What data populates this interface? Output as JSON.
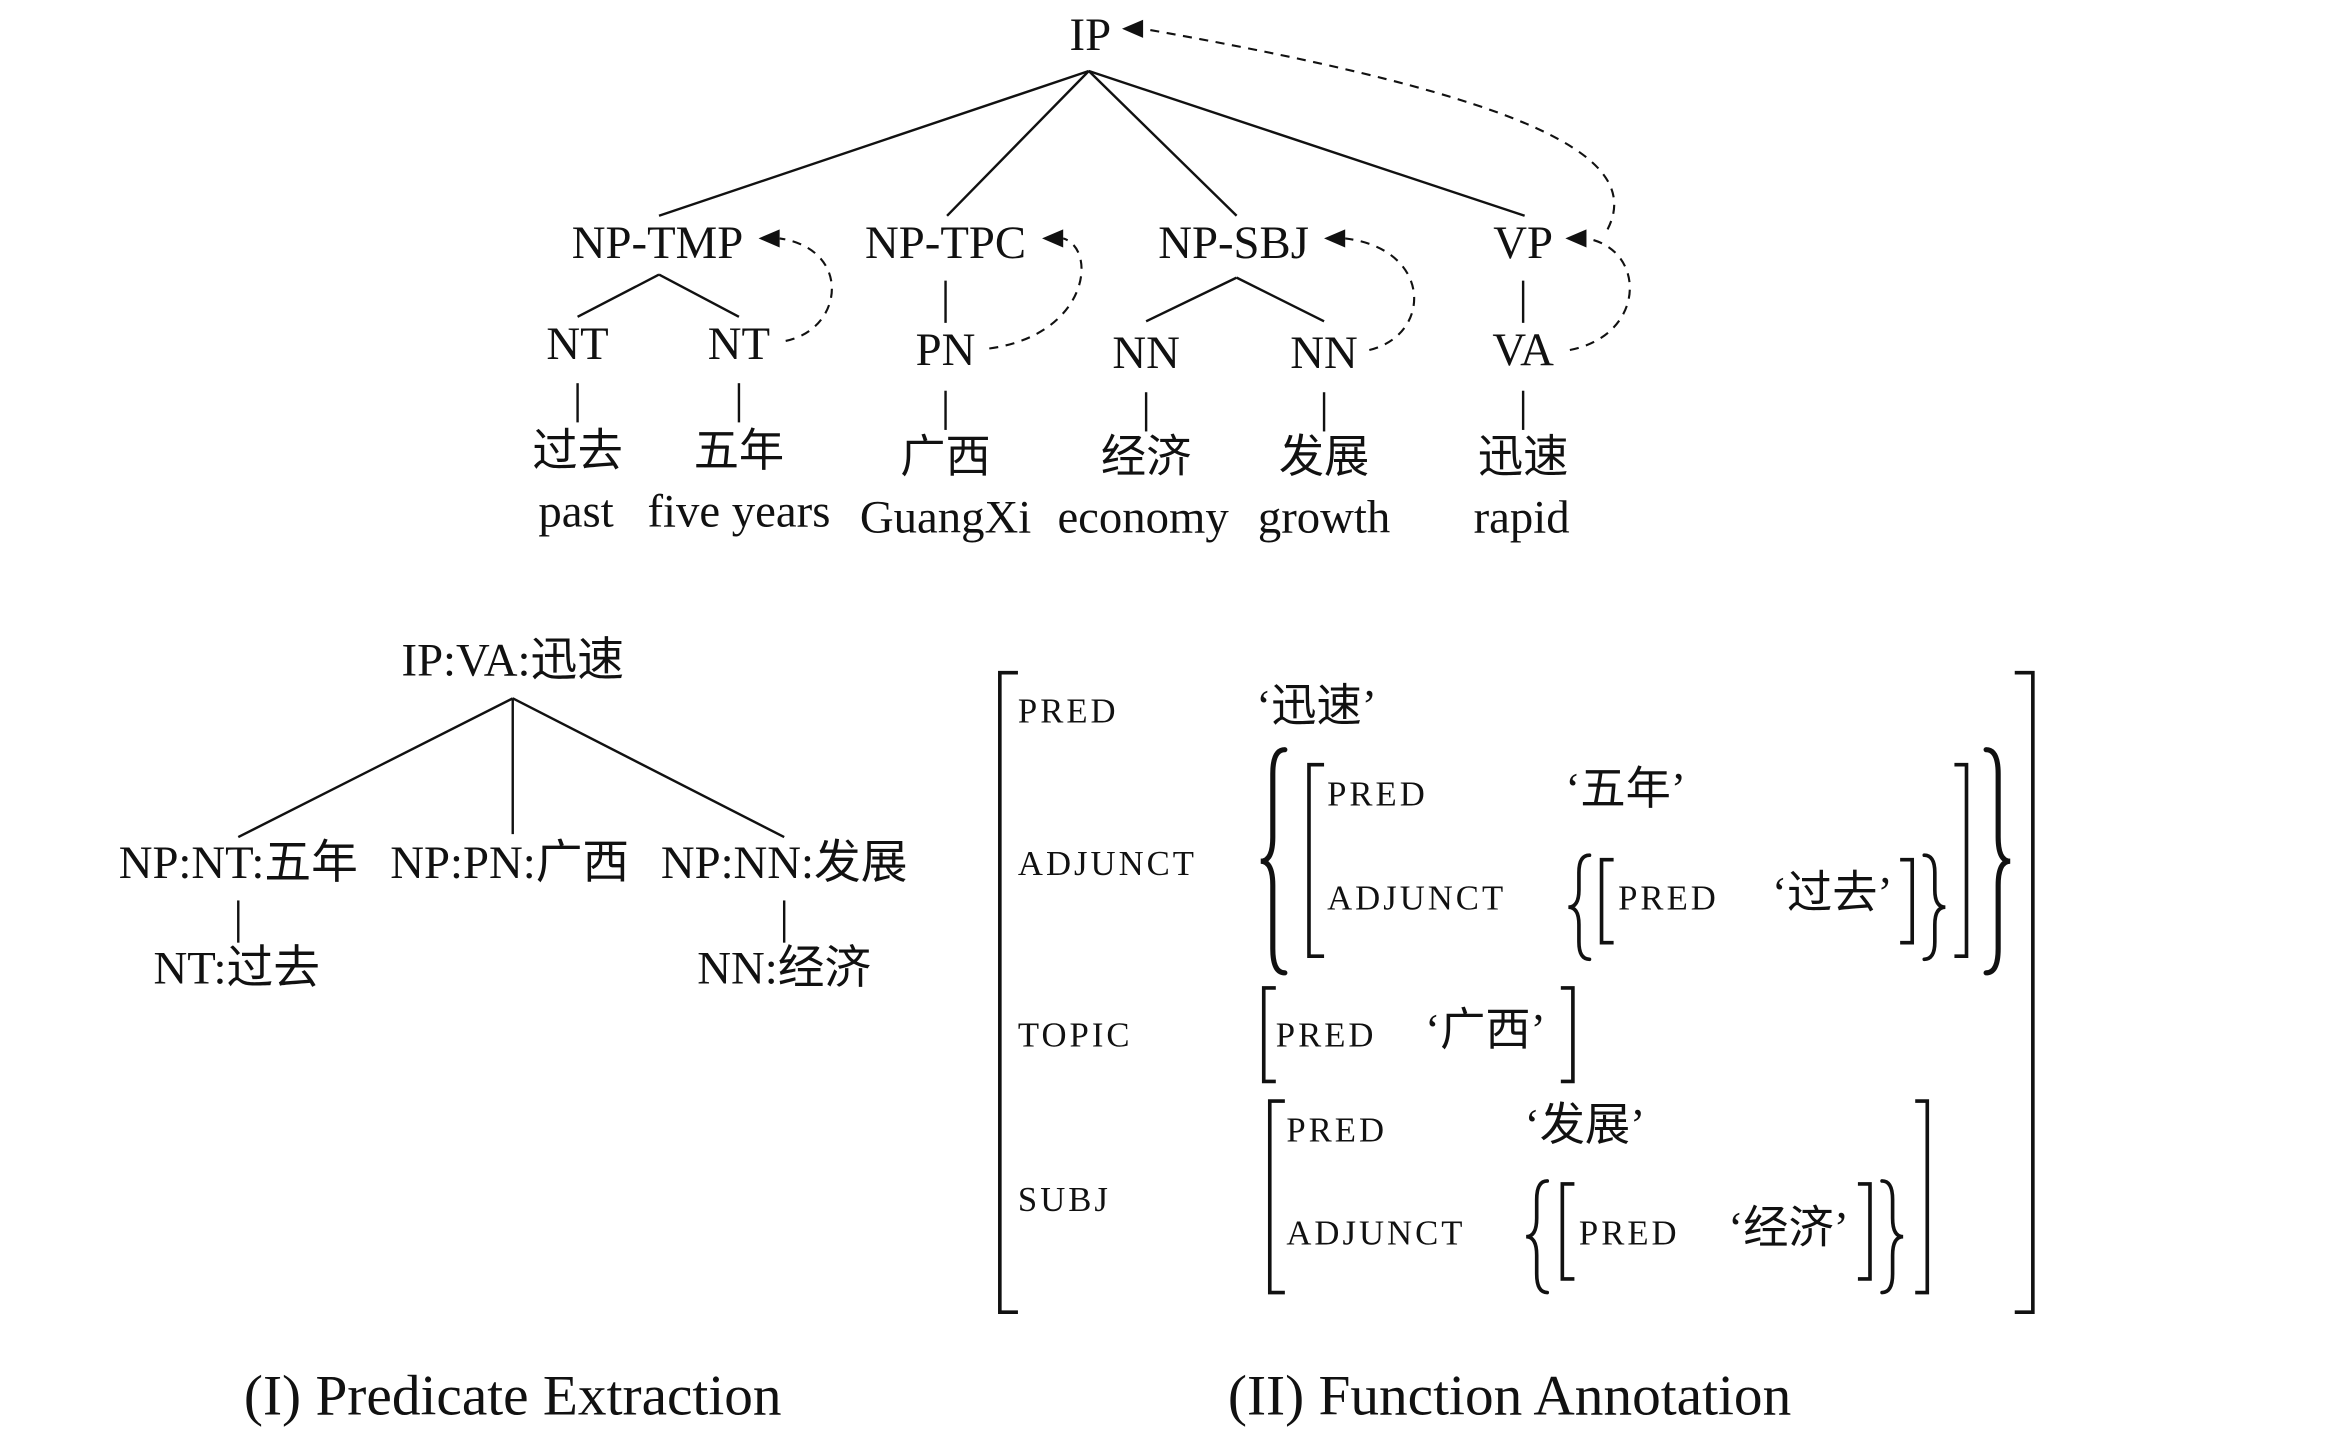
{
  "top_tree": {
    "root": "IP",
    "phrases": [
      "NP-TMP",
      "NP-TPC",
      "NP-SBJ",
      "VP"
    ],
    "pos_tags": [
      "NT",
      "NT",
      "PN",
      "NN",
      "NN",
      "VA"
    ],
    "words": [
      "过去",
      "五年",
      "广西",
      "经济",
      "发展",
      "迅速"
    ],
    "glosses": [
      "past",
      "five years",
      "GuangXi",
      "economy",
      "growth",
      "rapid"
    ]
  },
  "predicate_tree": {
    "root": "IP:VA:迅速",
    "children": [
      "NP:NT:五年",
      "NP:PN:广西",
      "NP:NN:发展"
    ],
    "grandchildren": [
      "NT:过去",
      "NN:经济"
    ]
  },
  "function_annotation": {
    "pred": {
      "attr": "PRED",
      "value": "‘迅速’"
    },
    "adjunct": {
      "attr": "ADJUNCT",
      "pred": {
        "attr": "PRED",
        "value": "‘五年’"
      },
      "adjunct": {
        "attr": "ADJUNCT",
        "pred": {
          "attr": "PRED",
          "value": "‘过去’"
        }
      }
    },
    "topic": {
      "attr": "TOPIC",
      "pred": {
        "attr": "PRED",
        "value": "‘广西’"
      }
    },
    "subj": {
      "attr": "SUBJ",
      "pred": {
        "attr": "PRED",
        "value": "‘发展’"
      },
      "adjunct": {
        "attr": "ADJUNCT",
        "pred": {
          "attr": "PRED",
          "value": "‘经济’"
        }
      }
    }
  },
  "captions": {
    "left": "(I) Predicate Extraction",
    "right": "(II) Function Annotation"
  }
}
